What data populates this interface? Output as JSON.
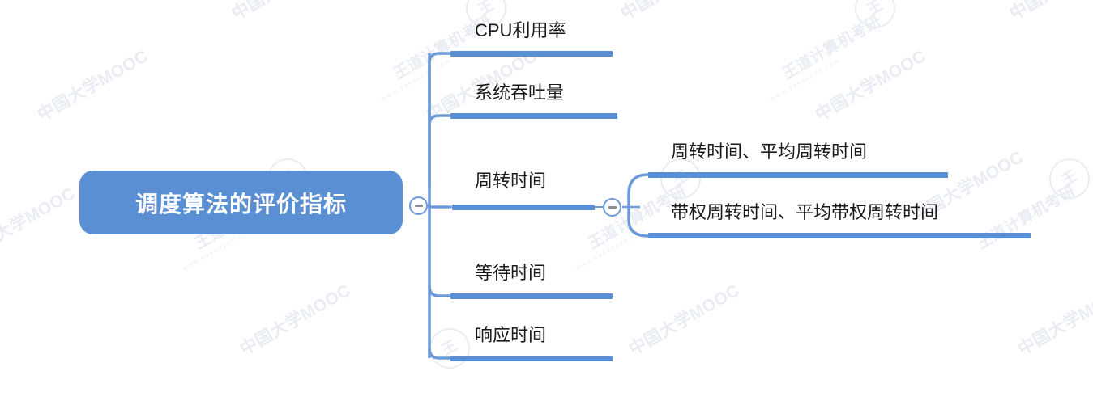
{
  "diagram": {
    "kind": "mind-map",
    "colors": {
      "node_fill": "#5b8fd4",
      "bar": "#5b8fd4",
      "connector": "#6d9bd9",
      "root_text": "#ffffff",
      "branch_text": "#1a1a1a",
      "background": "#ffffff",
      "toggle_border": "#6d9bd9",
      "toggle_minus": "#8a8f96",
      "watermark": "#e9edf3"
    },
    "root": {
      "label": "调度算法的评价指标",
      "toggle_icon": "collapse-minus-icon"
    },
    "branches": [
      {
        "label": "CPU利用率"
      },
      {
        "label": "系统吞吐量"
      },
      {
        "label": "周转时间",
        "toggle_icon": "collapse-minus-icon",
        "children": [
          {
            "label": "周转时间、平均周转时间"
          },
          {
            "label": "带权周转时间、平均带权周转时间"
          }
        ]
      },
      {
        "label": "等待时间"
      },
      {
        "label": "响应时间"
      }
    ]
  },
  "watermarks": {
    "mooc": "中国大学MOOC",
    "brand": "王道计算机考研",
    "url": "www.cskaoyan.com",
    "seal": "王"
  }
}
